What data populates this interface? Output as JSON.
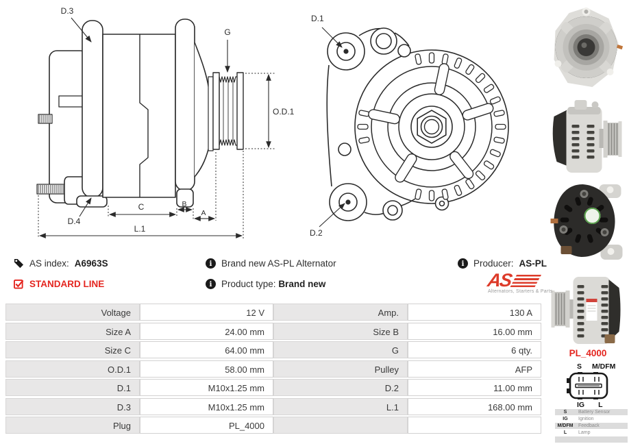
{
  "header": {
    "as_index_label": "AS index:",
    "as_index_value": "A6963S",
    "standard_line_label": "STANDARD LINE",
    "description": "Brand new AS-PL Alternator",
    "product_type_label": "Product type:",
    "product_type_value": "Brand new",
    "producer_label": "Producer:",
    "producer_value": "AS-PL"
  },
  "logo": {
    "text": "AS",
    "caption": "Alternators, Starters & Parts"
  },
  "icons": {
    "info_glyph": "i"
  },
  "side_view": {
    "labels": {
      "d3": "D.3",
      "g": "G",
      "od1": "O.D.1",
      "d4": "D.4",
      "c": "C",
      "b": "B",
      "a": "A",
      "l1": "L.1"
    }
  },
  "front_view": {
    "labels": {
      "d1": "D.1",
      "d2": "D.2"
    }
  },
  "specs": {
    "rows": [
      {
        "l1": "Voltage",
        "v1": "12 V",
        "l2": "Amp.",
        "v2": "130 A"
      },
      {
        "l1": "Size A",
        "v1": "24.00 mm",
        "l2": "Size B",
        "v2": "16.00 mm"
      },
      {
        "l1": "Size C",
        "v1": "64.00 mm",
        "l2": "G",
        "v2": "6 qty."
      },
      {
        "l1": "O.D.1",
        "v1": "58.00 mm",
        "l2": "Pulley",
        "v2": "AFP"
      },
      {
        "l1": "D.1",
        "v1": "M10x1.25 mm",
        "l2": "D.2",
        "v2": "11.00 mm"
      },
      {
        "l1": "D.3",
        "v1": "M10x1.25 mm",
        "l2": "L.1",
        "v2": "168.00 mm"
      },
      {
        "l1": "Plug",
        "v1": "PL_4000",
        "l2": "",
        "v2": ""
      }
    ]
  },
  "plug": {
    "title": "PL_4000",
    "pin_top_left": "S",
    "pin_top_right": "M/DFM",
    "pin_bottom_left": "IG",
    "pin_bottom_right": "L",
    "legend": [
      {
        "pin": "S",
        "desc": "Battery Sensor"
      },
      {
        "pin": "IG",
        "desc": "Ignition"
      },
      {
        "pin": "M/DFM",
        "desc": "Feedback"
      },
      {
        "pin": "L",
        "desc": "Lamp"
      }
    ]
  },
  "colors": {
    "accent_red": "#e4251f",
    "table_label_bg": "#e8e7e7",
    "drawing_line": "#2b2b2b"
  }
}
